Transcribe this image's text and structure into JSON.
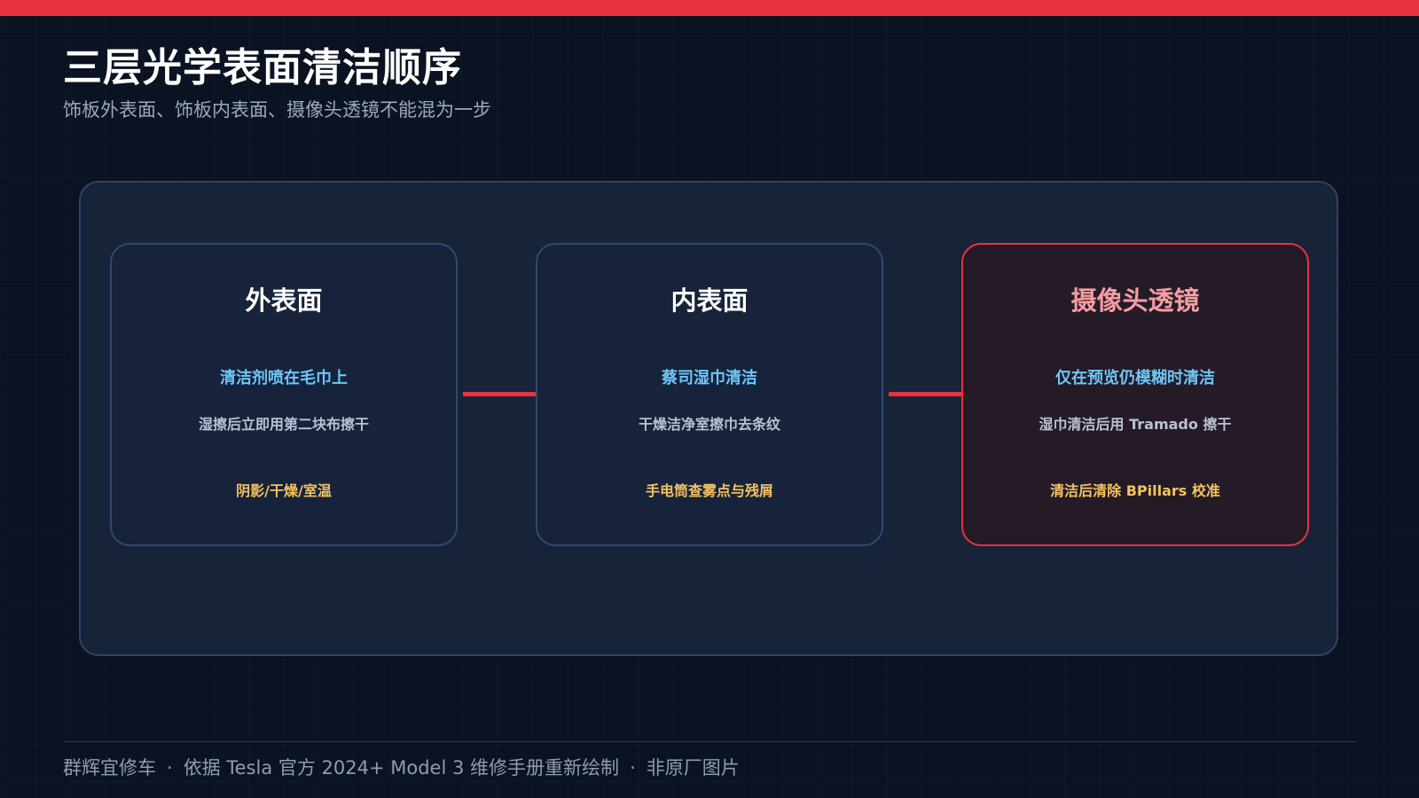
{
  "header": {
    "title": "三层光学表面清洁顺序",
    "subtitle": "饰板外表面、饰板内表面、摄像头透镜不能混为一步"
  },
  "colors": {
    "accent": "#e8323f",
    "step_text": "#6ec6f5",
    "note_text": "#f4c261",
    "highlight_title": "#f59ca3",
    "background": "#0b1322"
  },
  "stages": [
    {
      "title": "外表面",
      "step": "清洁剂喷在毛巾上",
      "detail": "湿擦后立即用第二块布擦干",
      "note": "阴影/干燥/室温"
    },
    {
      "title": "内表面",
      "step": "蔡司湿巾清洁",
      "detail": "干燥洁净室擦巾去条纹",
      "note": "手电筒查雾点与残屑"
    },
    {
      "title": "摄像头透镜",
      "step": "仅在预览仍模糊时清洁",
      "detail": "湿巾清洁后用 Tramado 擦干",
      "note": "清洁后清除 BPillars 校准"
    }
  ],
  "footer": {
    "brand": "群辉宜修车",
    "separator": "·",
    "source": "依据 Tesla 官方 2024+ Model 3 维修手册重新绘制",
    "notice": "非原厂图片"
  }
}
